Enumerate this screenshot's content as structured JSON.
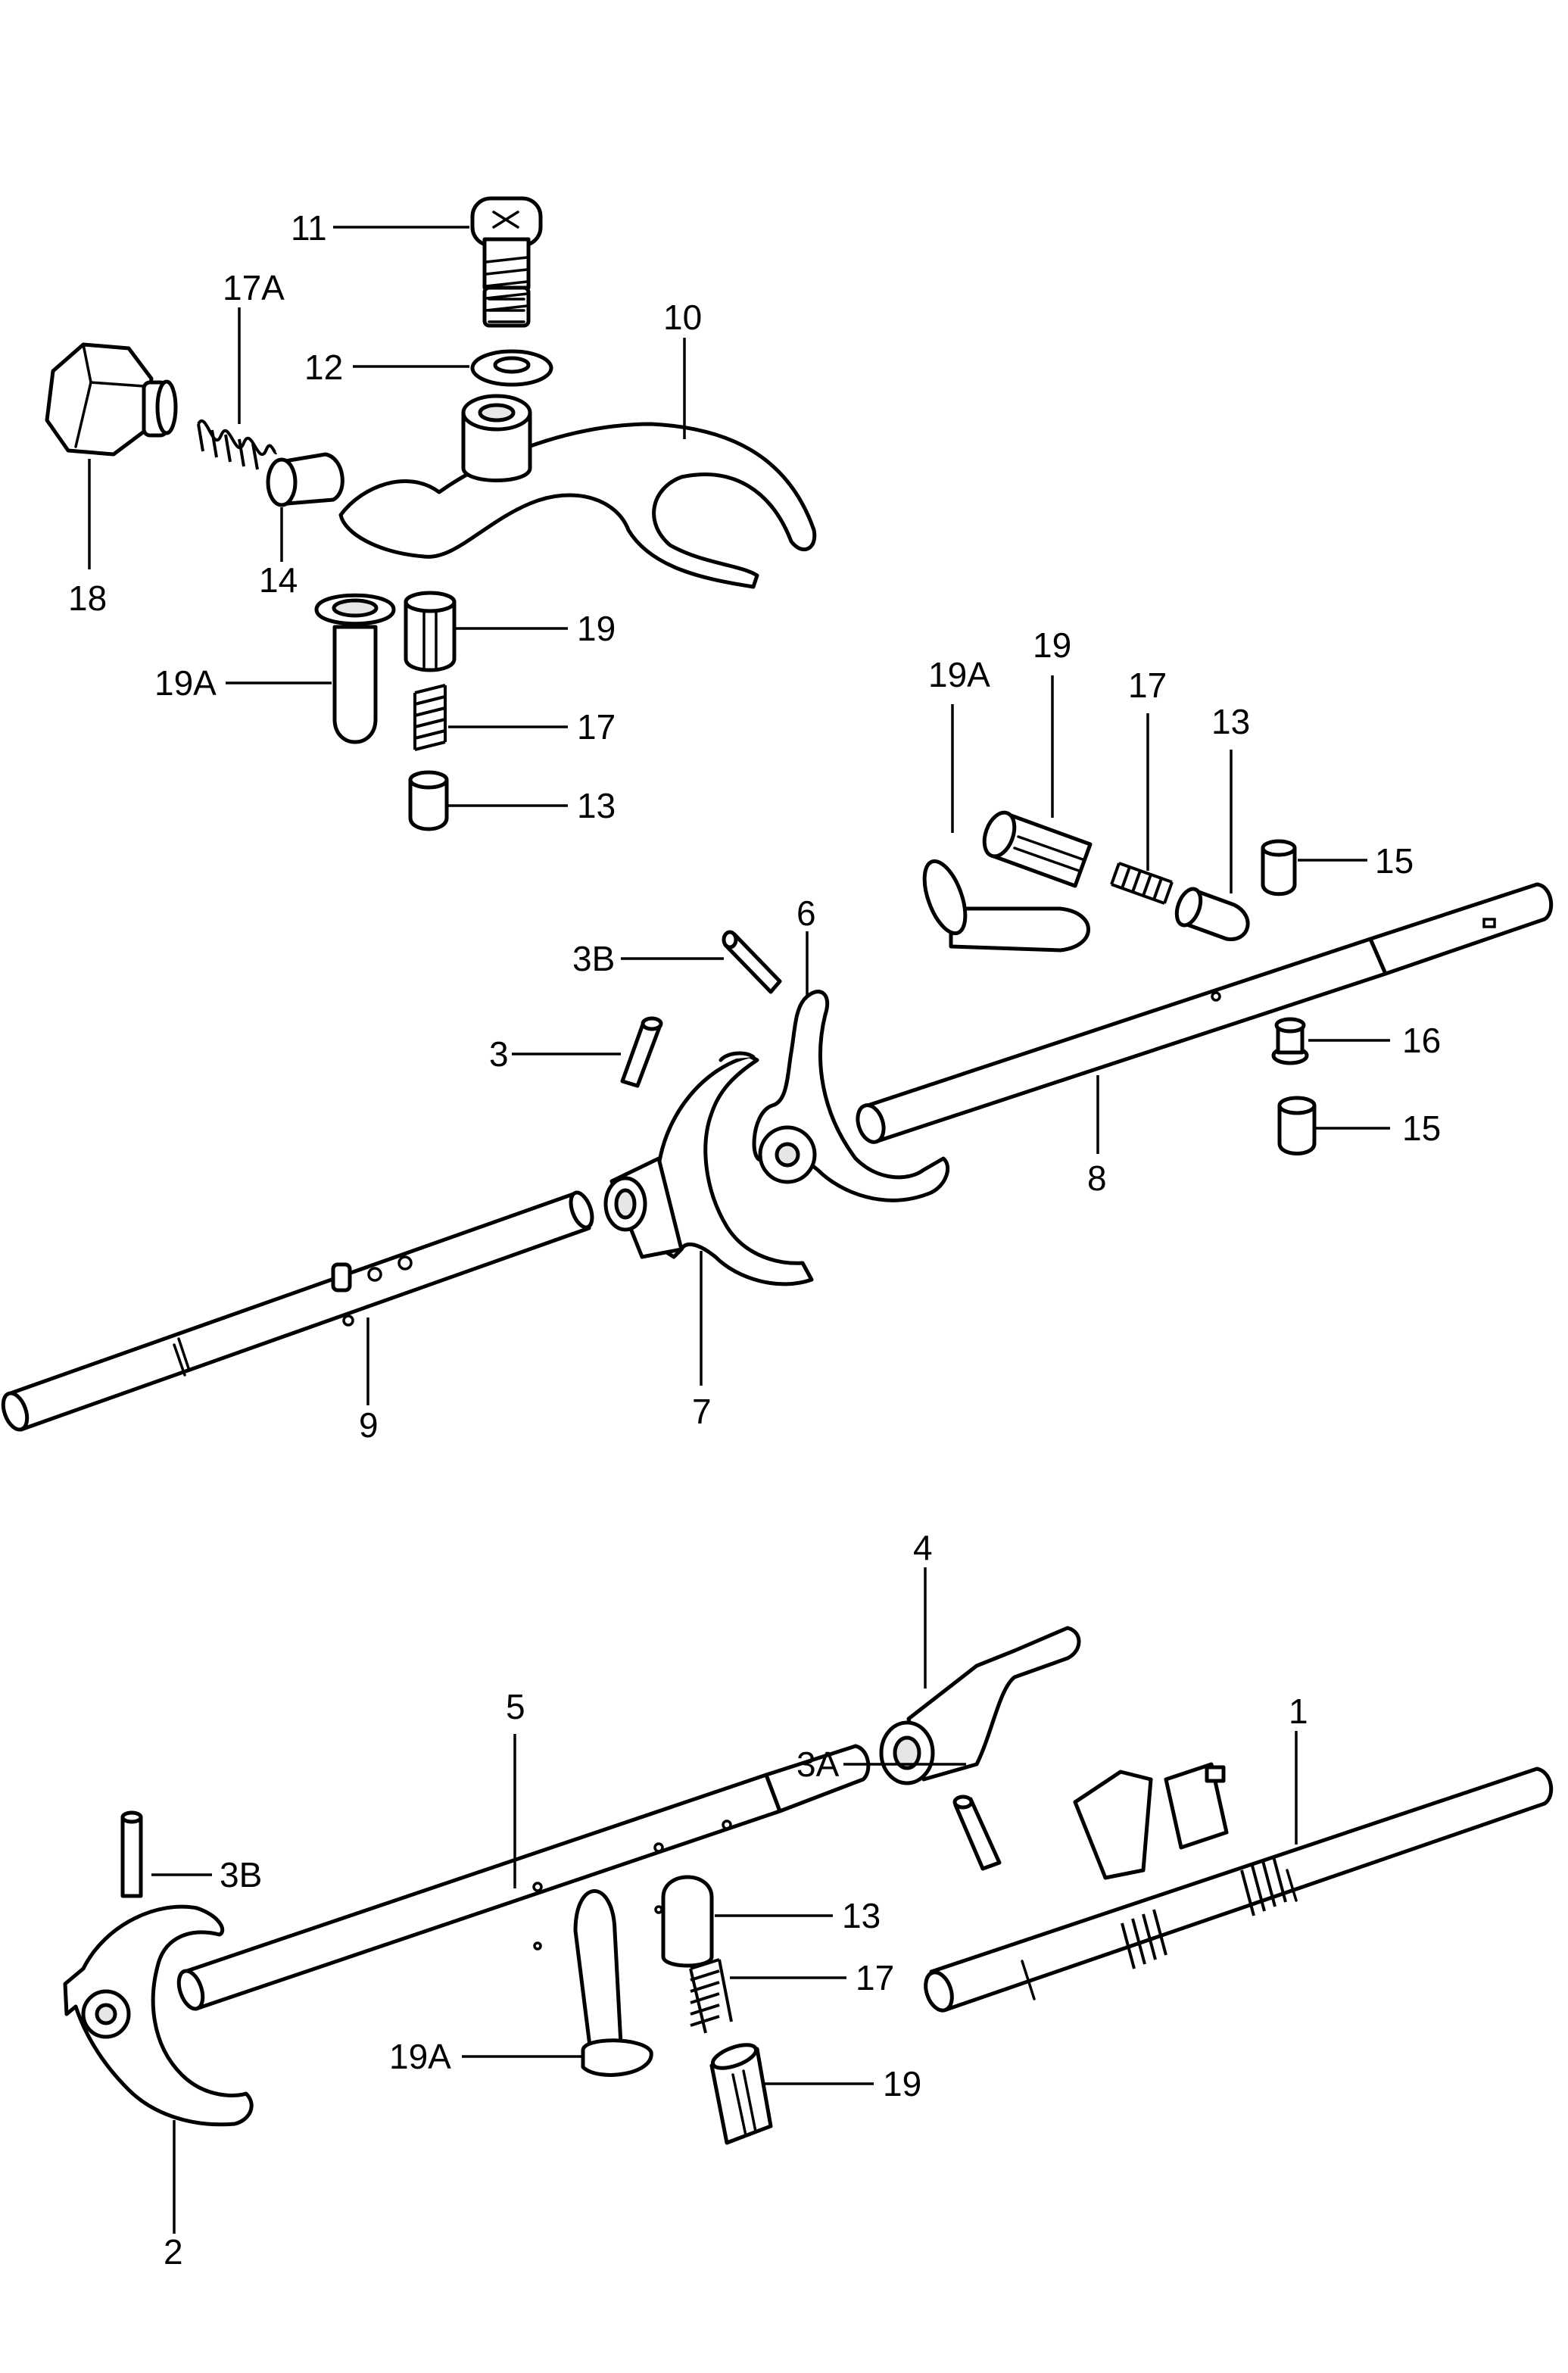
{
  "callouts": [
    {
      "id": "c11",
      "text": "11"
    },
    {
      "id": "c17a_top",
      "text": "17A"
    },
    {
      "id": "c10",
      "text": "10"
    },
    {
      "id": "c12",
      "text": "12"
    },
    {
      "id": "c18",
      "text": "18"
    },
    {
      "id": "c14",
      "text": "14"
    },
    {
      "id": "c19_top",
      "text": "19"
    },
    {
      "id": "c19a_top",
      "text": "19A"
    },
    {
      "id": "c17_top",
      "text": "17"
    },
    {
      "id": "c13_top",
      "text": "13"
    },
    {
      "id": "c19a_mid",
      "text": "19A"
    },
    {
      "id": "c19_mid",
      "text": "19"
    },
    {
      "id": "c17_mid",
      "text": "17"
    },
    {
      "id": "c13_mid",
      "text": "13"
    },
    {
      "id": "c15_a",
      "text": "15"
    },
    {
      "id": "c3b_mid",
      "text": "3B"
    },
    {
      "id": "c6",
      "text": "6"
    },
    {
      "id": "c3",
      "text": "3"
    },
    {
      "id": "c16",
      "text": "16"
    },
    {
      "id": "c15_b",
      "text": "15"
    },
    {
      "id": "c8",
      "text": "8"
    },
    {
      "id": "c9",
      "text": "9"
    },
    {
      "id": "c7",
      "text": "7"
    },
    {
      "id": "c4",
      "text": "4"
    },
    {
      "id": "c5",
      "text": "5"
    },
    {
      "id": "c1",
      "text": "1"
    },
    {
      "id": "c3a",
      "text": "3A"
    },
    {
      "id": "c3b_low",
      "text": "3B"
    },
    {
      "id": "c13_low",
      "text": "13"
    },
    {
      "id": "c17_low",
      "text": "17"
    },
    {
      "id": "c19a_low",
      "text": "19A"
    },
    {
      "id": "c19_low",
      "text": "19"
    },
    {
      "id": "c2",
      "text": "2"
    }
  ]
}
